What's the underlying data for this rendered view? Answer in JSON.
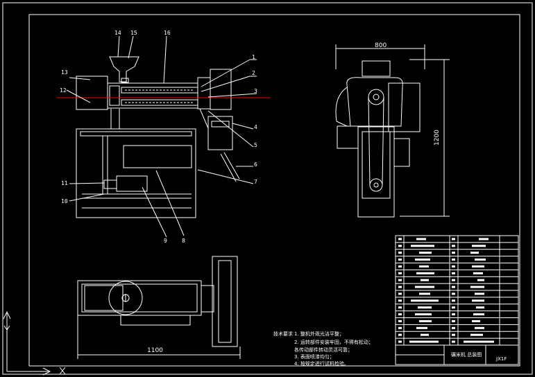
{
  "callouts": [
    "1",
    "2",
    "3",
    "4",
    "5",
    "6",
    "7",
    "8",
    "9",
    "10",
    "11",
    "12",
    "13",
    "14",
    "15",
    "16"
  ],
  "dimensions": {
    "side_width": "800",
    "side_height": "1200",
    "plan_length": "1100"
  },
  "notes": {
    "title": "技术要求",
    "lines": [
      "1. 整机外观光洁平整；",
      "2. 运转部件安装牢固，不得有松动；",
      "   各传动部件转动灵活可靠；",
      "3. 表面喷漆均匀；",
      "4. 按规定进行试机检验。"
    ]
  },
  "title_block": {
    "name": "碾米机 总装图",
    "code": "JX1F"
  },
  "colors": {
    "background": "#000000",
    "line": "#ffffff",
    "centerline": "#ff0000"
  }
}
